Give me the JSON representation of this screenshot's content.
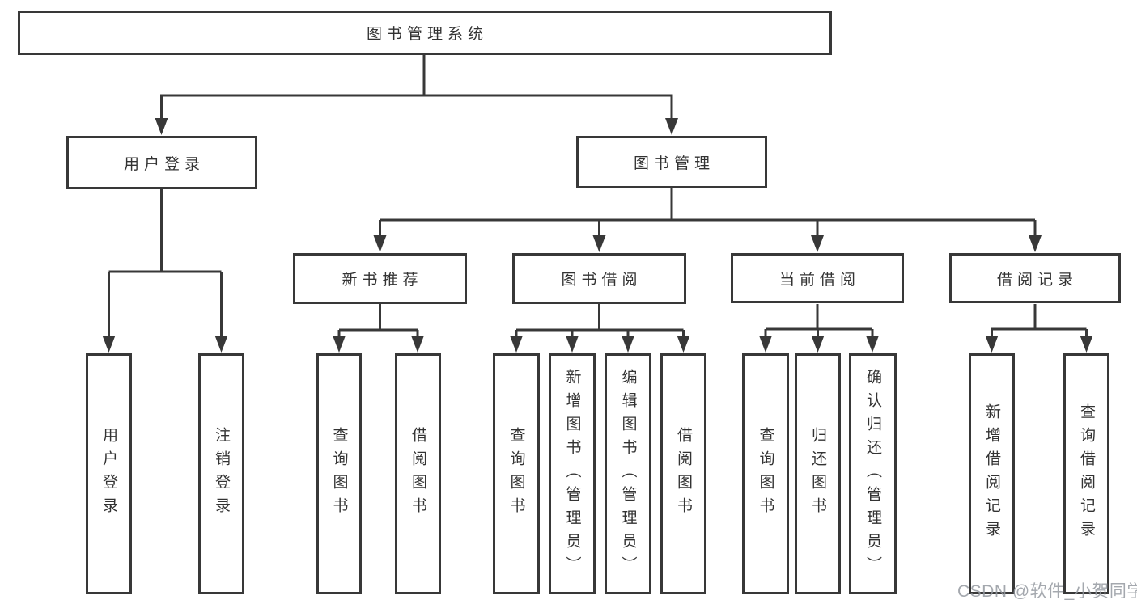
{
  "diagram": {
    "title": "图书管理系统",
    "root": {
      "label": "图书管理系统"
    },
    "login": {
      "label": "用户登录",
      "children": [
        {
          "label": "用户登录"
        },
        {
          "label": "注销登录"
        }
      ]
    },
    "mgmt": {
      "label": "图书管理",
      "children": [
        {
          "label": "新书推荐",
          "children": [
            {
              "label": "查询图书"
            },
            {
              "label": "借阅图书"
            }
          ]
        },
        {
          "label": "图书借阅",
          "children": [
            {
              "label": "查询图书"
            },
            {
              "label": "新增图书（管理员）"
            },
            {
              "label": "编辑图书（管理员）"
            },
            {
              "label": "借阅图书"
            }
          ]
        },
        {
          "label": "当前借阅",
          "children": [
            {
              "label": "查询图书"
            },
            {
              "label": "归还图书"
            },
            {
              "label": "确认归还（管理员）"
            }
          ]
        },
        {
          "label": "借阅记录",
          "children": [
            {
              "label": "新增借阅记录"
            },
            {
              "label": "查询借阅记录"
            }
          ]
        }
      ]
    }
  },
  "watermark": "CSDN @软件_小贺同学",
  "colors": {
    "line": "#383838",
    "text": "#333333",
    "watermark": "#9499a0"
  }
}
